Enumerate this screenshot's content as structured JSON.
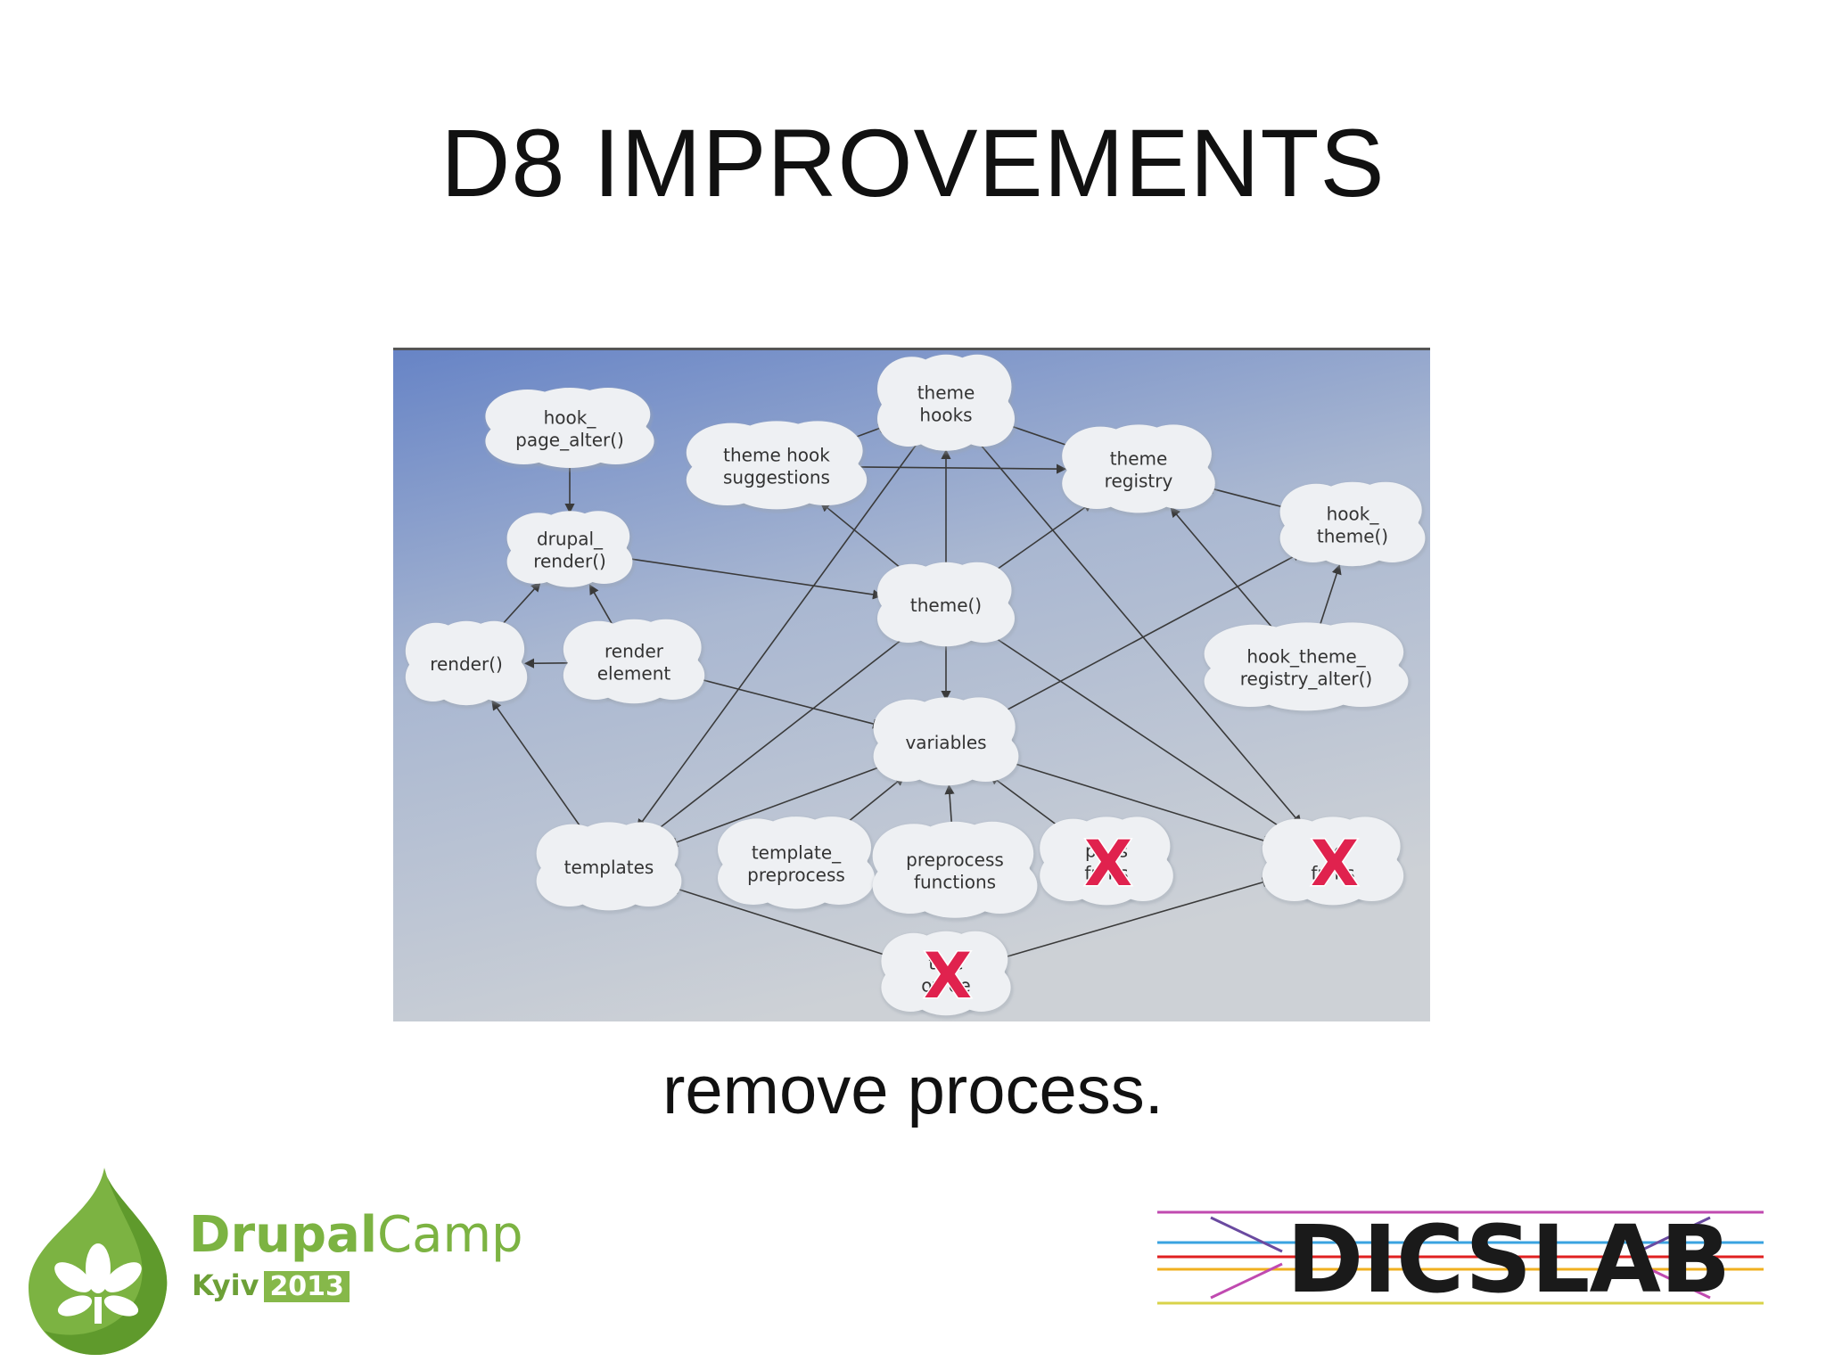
{
  "slide": {
    "title": "D8 IMPROVEMENTS",
    "caption": "remove process."
  },
  "diagram": {
    "nodes": [
      {
        "id": "theme_hooks",
        "lines": [
          "theme",
          "hooks"
        ]
      },
      {
        "id": "hook_page_alter",
        "lines": [
          "hook_",
          "page_alter()"
        ]
      },
      {
        "id": "theme_hook_suggestions",
        "lines": [
          "theme hook",
          "suggestions"
        ]
      },
      {
        "id": "theme_registry",
        "lines": [
          "theme",
          "registry"
        ]
      },
      {
        "id": "drupal_render",
        "lines": [
          "drupal_",
          "render()"
        ]
      },
      {
        "id": "hook_theme",
        "lines": [
          "hook_",
          "theme()"
        ]
      },
      {
        "id": "theme_fn",
        "lines": [
          "theme()"
        ]
      },
      {
        "id": "render",
        "lines": [
          "render()"
        ]
      },
      {
        "id": "render_element",
        "lines": [
          "render",
          "element"
        ]
      },
      {
        "id": "hook_theme_registry_alter",
        "lines": [
          "hook_theme_",
          "registry_alter()"
        ]
      },
      {
        "id": "variables",
        "lines": [
          "variables"
        ]
      },
      {
        "id": "templates",
        "lines": [
          "templates"
        ]
      },
      {
        "id": "template_preprocess",
        "lines": [
          "template_",
          "preprocess"
        ]
      },
      {
        "id": "preprocess_functions",
        "lines": [
          "preprocess",
          "functions"
        ]
      },
      {
        "id": "process_functions",
        "lines": [
          "pr  ss",
          "fu   ns"
        ],
        "removed": true
      },
      {
        "id": "theme_functions",
        "lines": [
          "t   e",
          "fu   ns"
        ],
        "removed": true
      },
      {
        "id": "theme_override",
        "lines": [
          "th  e",
          "ov   de"
        ],
        "removed": true
      }
    ],
    "colors": {
      "sky_top": "#6f8fc9",
      "sky_bottom": "#cfd3d8",
      "cloud": "#eef0f3",
      "arrow": "#3a3a3a",
      "x_mark": "#e0224e"
    }
  },
  "logos": {
    "drupalcamp": {
      "brand": "Drupal",
      "brand2": "Camp",
      "city": "Kyiv",
      "year": "2013",
      "color": "#7cb342"
    },
    "dicslab": {
      "text": "DICSLAB"
    }
  }
}
